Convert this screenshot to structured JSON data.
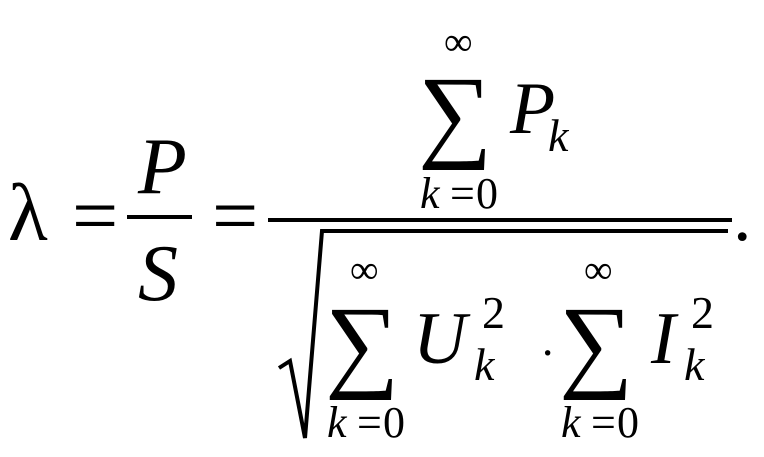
{
  "formula": {
    "lhs": "λ",
    "equals": "=",
    "ratio": {
      "numerator": "P",
      "denominator": "S"
    },
    "sum_symbol": "∑",
    "upper_limit": "∞",
    "limit_var": "k",
    "limit_eq": "=",
    "limit_start": "0",
    "numerator_term": {
      "base": "P",
      "sub": "k"
    },
    "denominator_terms": [
      {
        "base": "U",
        "sub": "k",
        "sup": "2"
      },
      {
        "base": "I",
        "sub": "k",
        "sup": "2"
      }
    ],
    "dot_operator": "·",
    "trailing_period": "."
  }
}
